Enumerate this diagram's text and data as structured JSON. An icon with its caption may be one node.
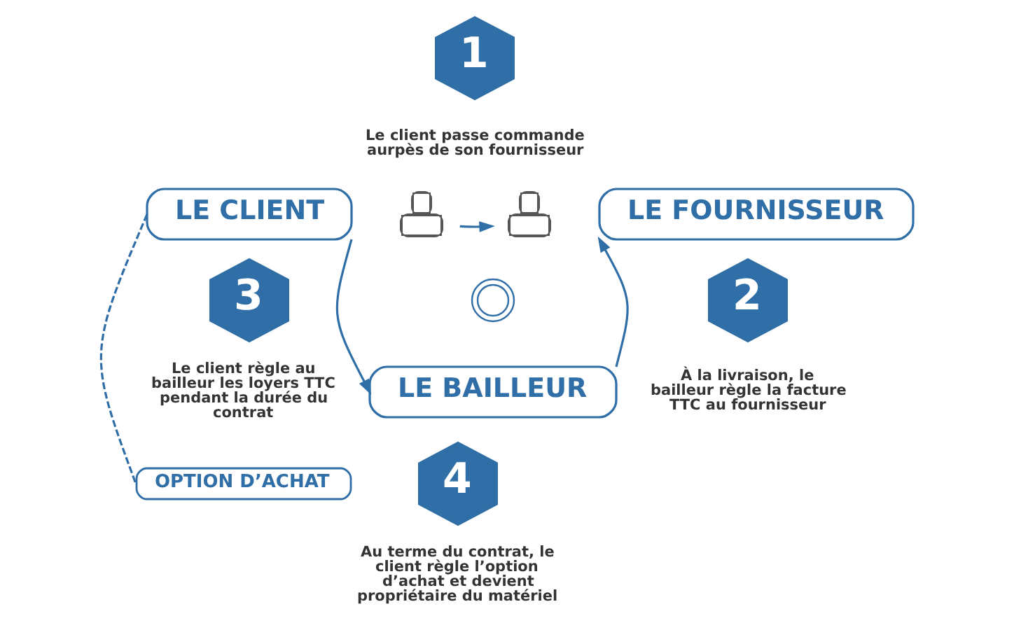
{
  "diagram": {
    "nodes": [
      {
        "text": [
          "1"
        ],
        "beside": [
          "Le client passe commande aurpès de son fournisseur"
        ]
      },
      {
        "text": [
          "LE CLIENT"
        ]
      },
      {
        "text": [],
        "shape": "person"
      },
      {
        "text": [],
        "shape": "person"
      },
      {
        "text": [
          "LE FOURNISSEUR"
        ]
      },
      {
        "text": [
          "3"
        ],
        "beside": [
          "Le client règle au bailleur les loyers TTC pendant la durée du contrat"
        ]
      },
      {
        "text": [],
        "shape": "picture"
      },
      {
        "text": [
          "2"
        ],
        "beside": [
          "À la livraison, le bailleur règle la facture TTC au fournisseur"
        ]
      },
      {
        "text": [
          "LE BAILLEUR"
        ]
      },
      {
        "text": [
          "OPTION D’ACHAT"
        ]
      },
      {
        "text": [
          "4"
        ],
        "beside": [
          "Au terme du contrat, le client règle l’option d’achat et devient propriétaire du matériel"
        ]
      }
    ],
    "edges": [
      {
        "from": 2,
        "to": 3,
        "arrow": "to"
      },
      {
        "from": 1,
        "to": 8,
        "arrow": "to"
      },
      {
        "from": 8,
        "to": 4,
        "arrow": "to"
      },
      {
        "from": 1,
        "to": 9,
        "arrow": "none",
        "style": "dashed"
      }
    ]
  }
}
